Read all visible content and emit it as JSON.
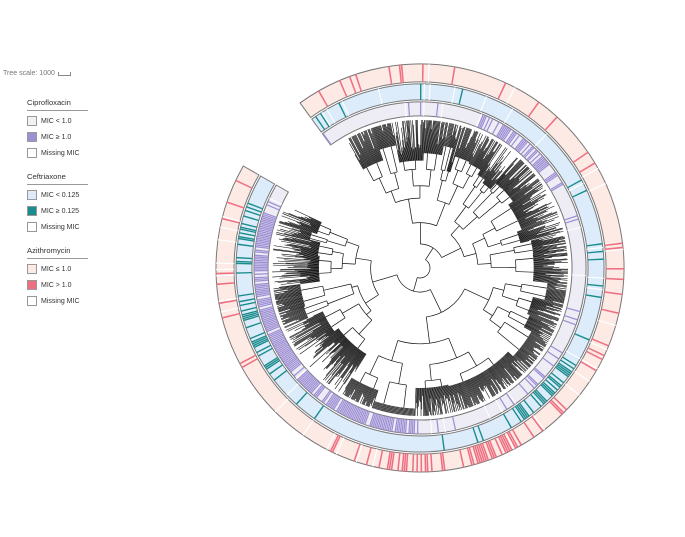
{
  "scale": {
    "label": "Tree scale: 1000"
  },
  "legends": [
    {
      "id": "cipro",
      "title": "Ciprofloxacin",
      "items": [
        {
          "label": "MIC < 1.0",
          "color": "#f1f1f1"
        },
        {
          "label": "MIC ≥ 1.0",
          "color": "#9e8fd4"
        },
        {
          "label": "Missing MIC",
          "color": "#ffffff"
        }
      ]
    },
    {
      "id": "ceftri",
      "title": "Ceftriaxone",
      "items": [
        {
          "label": "MIC < 0.125",
          "color": "#dcecfb"
        },
        {
          "label": "MIC ≥ 0.125",
          "color": "#1a8c8c"
        },
        {
          "label": "Missing MIC",
          "color": "#ffffff"
        }
      ]
    },
    {
      "id": "azithro",
      "title": "Azithromycin",
      "items": [
        {
          "label": "MIC ≤ 1.0",
          "color": "#fdeae4"
        },
        {
          "label": "MIC > 1.0",
          "color": "#ee6f82"
        },
        {
          "label": "Missing MIC",
          "color": "#ffffff"
        }
      ]
    }
  ],
  "rings": [
    {
      "name": "Ciprofloxacin",
      "base_color": "#eeedf6",
      "hit_color": "#9e8fd4",
      "border": "#777777"
    },
    {
      "name": "Ceftriaxone",
      "base_color": "#dcecfb",
      "hit_color": "#1a8c8c",
      "border": "#777777"
    },
    {
      "name": "Azithromycin",
      "base_color": "#fdeae4",
      "hit_color": "#ee6f82",
      "border": "#777777"
    }
  ],
  "tree_color": "#111111"
}
